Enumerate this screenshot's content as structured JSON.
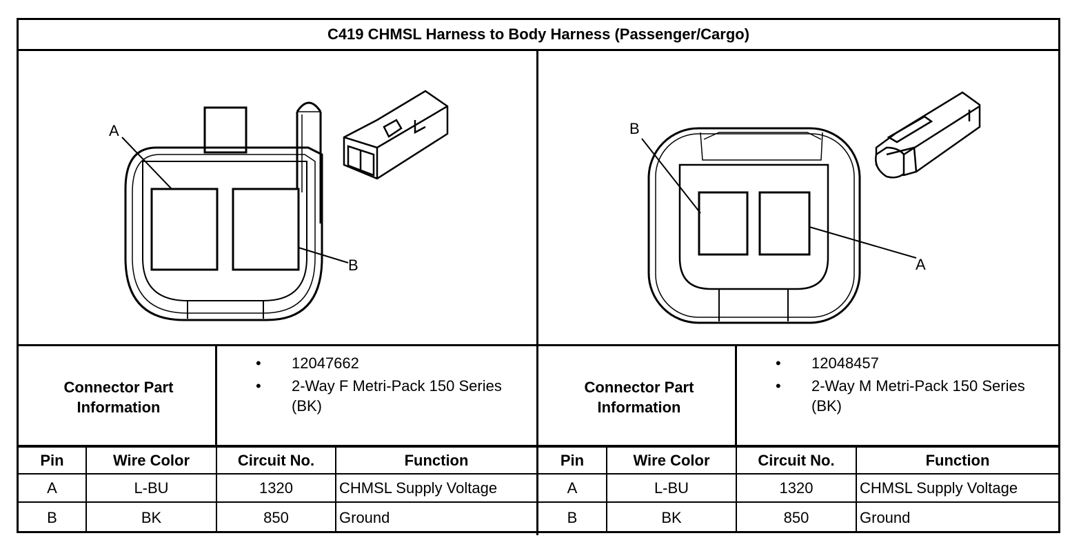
{
  "title": "C419 CHMSL Harness to Body Harness (Passenger/Cargo)",
  "left": {
    "diagram": {
      "label_a": "A",
      "label_b": "B"
    },
    "connector_part_label": "Connector Part Information",
    "part_number": "12047662",
    "description": "2-Way F Metri-Pack 150 Series (BK)",
    "headers": {
      "pin": "Pin",
      "wire_color": "Wire Color",
      "circuit": "Circuit No.",
      "function": "Function"
    },
    "rows": [
      {
        "pin": "A",
        "wire_color": "L-BU",
        "circuit": "1320",
        "function": "CHMSL Supply Voltage"
      },
      {
        "pin": "B",
        "wire_color": "BK",
        "circuit": "850",
        "function": "Ground"
      }
    ]
  },
  "right": {
    "diagram": {
      "label_a": "A",
      "label_b": "B"
    },
    "connector_part_label": "Connector Part Information",
    "part_number": "12048457",
    "description": "2-Way M Metri-Pack 150 Series (BK)",
    "headers": {
      "pin": "Pin",
      "wire_color": "Wire Color",
      "circuit": "Circuit No.",
      "function": "Function"
    },
    "rows": [
      {
        "pin": "A",
        "wire_color": "L-BU",
        "circuit": "1320",
        "function": "CHMSL Supply Voltage"
      },
      {
        "pin": "B",
        "wire_color": "BK",
        "circuit": "850",
        "function": "Ground"
      }
    ]
  }
}
